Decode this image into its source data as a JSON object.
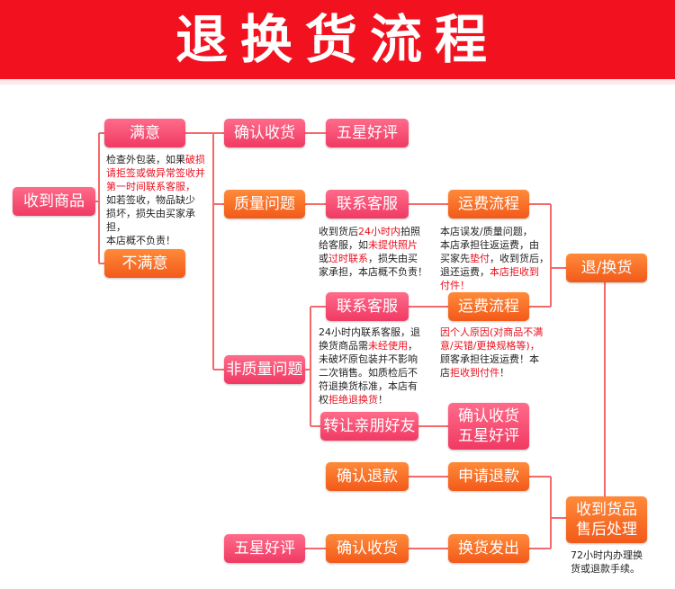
{
  "header": {
    "title": "退换货流程"
  },
  "nodes": {
    "received": "收到商品",
    "satisfied": "满意",
    "confirm_receipt_1": "确认收货",
    "five_star_1": "五星好评",
    "quality_issue": "质量问题",
    "contact_service_1": "联系客服",
    "shipping_process_1": "运费流程",
    "return_exchange": "退/换货",
    "unsatisfied": "不满意",
    "contact_service_2": "联系客服",
    "shipping_process_2": "运费流程",
    "non_quality_issue": "非质量问题",
    "transfer_friends": "转让亲朋好友",
    "confirm_receipt_2a": "确认收货",
    "confirm_receipt_2b": "五星好评",
    "confirm_refund": "确认退款",
    "apply_refund": "申请退款",
    "received_goods_a": "收到货品",
    "received_goods_b": "售后处理",
    "five_star_3": "五星好评",
    "confirm_receipt_3": "确认收货",
    "exchange_ship": "换货发出"
  },
  "notes": {
    "inspect": {
      "l1a": "检查外包装，如果",
      "l1b": "破损",
      "l2": "请拒签或做异常签收并",
      "l3": "第一时间联系客服，",
      "l4": "如若签收，物品缺少",
      "l5": "损坏，损失由买家承担，",
      "l6": "本店概不负责！"
    },
    "quality_contact": {
      "l1a": "收到货后",
      "l1b": "24小时内",
      "l1c": "拍照",
      "l2a": "给客服，如",
      "l2b": "未提供照片",
      "l3a": "或",
      "l3b": "过时联系",
      "l3c": "，损失由买",
      "l4": "家承担，本店概不负责！"
    },
    "quality_shipping": {
      "l1": "本店误发/质量问题，",
      "l2": "本店承担往返运费，由",
      "l3a": "买家先",
      "l3b": "垫付",
      "l3c": "，收到货后，",
      "l4a": "退还运费，",
      "l4b": "本店拒收到",
      "l5": "付件！"
    },
    "nonquality_contact": {
      "l1": "24小时内联系客服，退",
      "l2a": "换货商品需",
      "l2b": "未经使用",
      "l2c": "，",
      "l3": "未破坏原包装并不影响",
      "l4": "二次销售。如质检后不",
      "l5": "符退换货标准，本店有",
      "l6a": "权",
      "l6b": "拒绝退换货",
      "l6c": "！"
    },
    "nonquality_shipping": {
      "l1": "因个人原因(对商品不满",
      "l2": "意/买错/更换规格等)，",
      "l3": "顾客承担往返运费！本",
      "l4a": "店",
      "l4b": "拒收到付件",
      "l4c": "！"
    },
    "aftersale": {
      "l1": "72小时内办理换",
      "l2": "货或退款手续。"
    }
  },
  "colors": {
    "banner": "#f2121f",
    "line": "#f36a6a",
    "highlight": "#e8101e"
  }
}
